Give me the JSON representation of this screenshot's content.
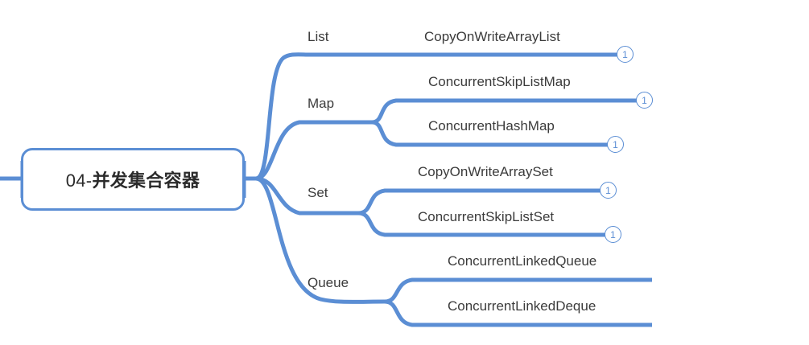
{
  "root": {
    "prefix": "04-",
    "cjk": "并发集合容器",
    "full": "04-并发集合容器"
  },
  "colors": {
    "edge": "#5b8ed4",
    "text": "#3b3b3b",
    "root_text": "#2b2b2b",
    "badge_border": "#5b8ed4",
    "badge_text": "#5b8ed4",
    "background": "#ffffff"
  },
  "branches": [
    {
      "label": "List",
      "leaves": [
        {
          "label": "CopyOnWriteArrayList",
          "badge": "1"
        }
      ]
    },
    {
      "label": "Map",
      "leaves": [
        {
          "label": "ConcurrentSkipListMap",
          "badge": "1"
        },
        {
          "label": "ConcurrentHashMap",
          "badge": "1"
        }
      ]
    },
    {
      "label": "Set",
      "leaves": [
        {
          "label": "CopyOnWriteArraySet",
          "badge": "1"
        },
        {
          "label": "ConcurrentSkipListSet",
          "badge": "1"
        }
      ]
    },
    {
      "label": "Queue",
      "leaves": [
        {
          "label": "ConcurrentLinkedQueue",
          "badge": ""
        },
        {
          "label": "ConcurrentLinkedDeque",
          "badge": ""
        }
      ]
    }
  ]
}
